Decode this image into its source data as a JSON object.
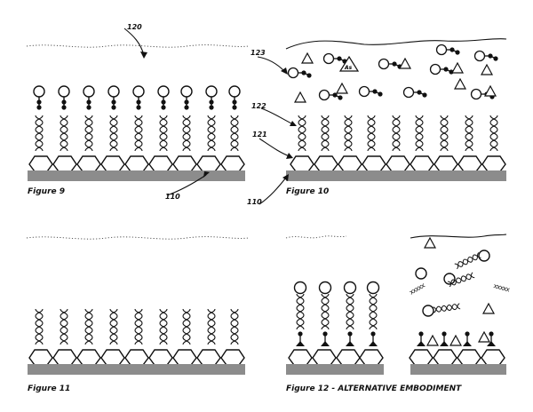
{
  "figures": [
    {
      "caption": "Figure 9"
    },
    {
      "caption": "Figure 10"
    },
    {
      "caption": "Figure 11"
    },
    {
      "caption": "Figure 12 - ALTERNATIVE EMBODIMENT"
    }
  ],
  "reference_numerals": {
    "n110_fig9": "110",
    "n110_fig10": "110",
    "n120": "120",
    "n121": "121",
    "n122": "122",
    "n123": "123"
  },
  "analyte_label": "As",
  "colors": {
    "substrate": "#8c8c8c",
    "ink": "#111111"
  }
}
